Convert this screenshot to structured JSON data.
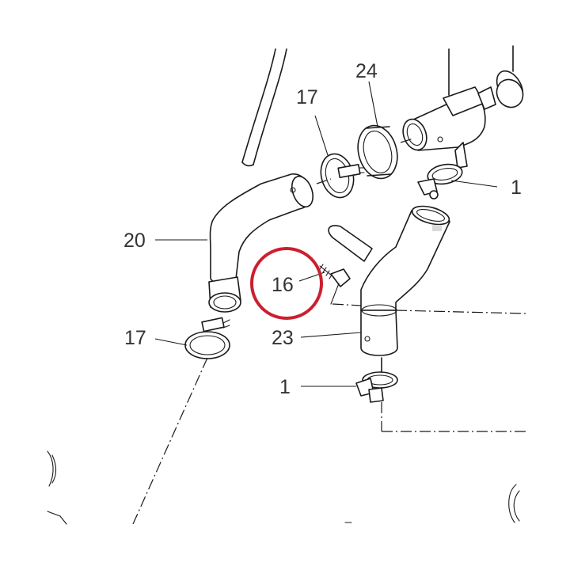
{
  "callouts": {
    "c24": "24",
    "c17_top": "17",
    "c1_right": "1",
    "c20": "20",
    "c16": "16",
    "c17_left": "17",
    "c23": "23",
    "c1_bottom": "1"
  },
  "highlight": {
    "target": "16",
    "color": "#cc1f2f"
  }
}
